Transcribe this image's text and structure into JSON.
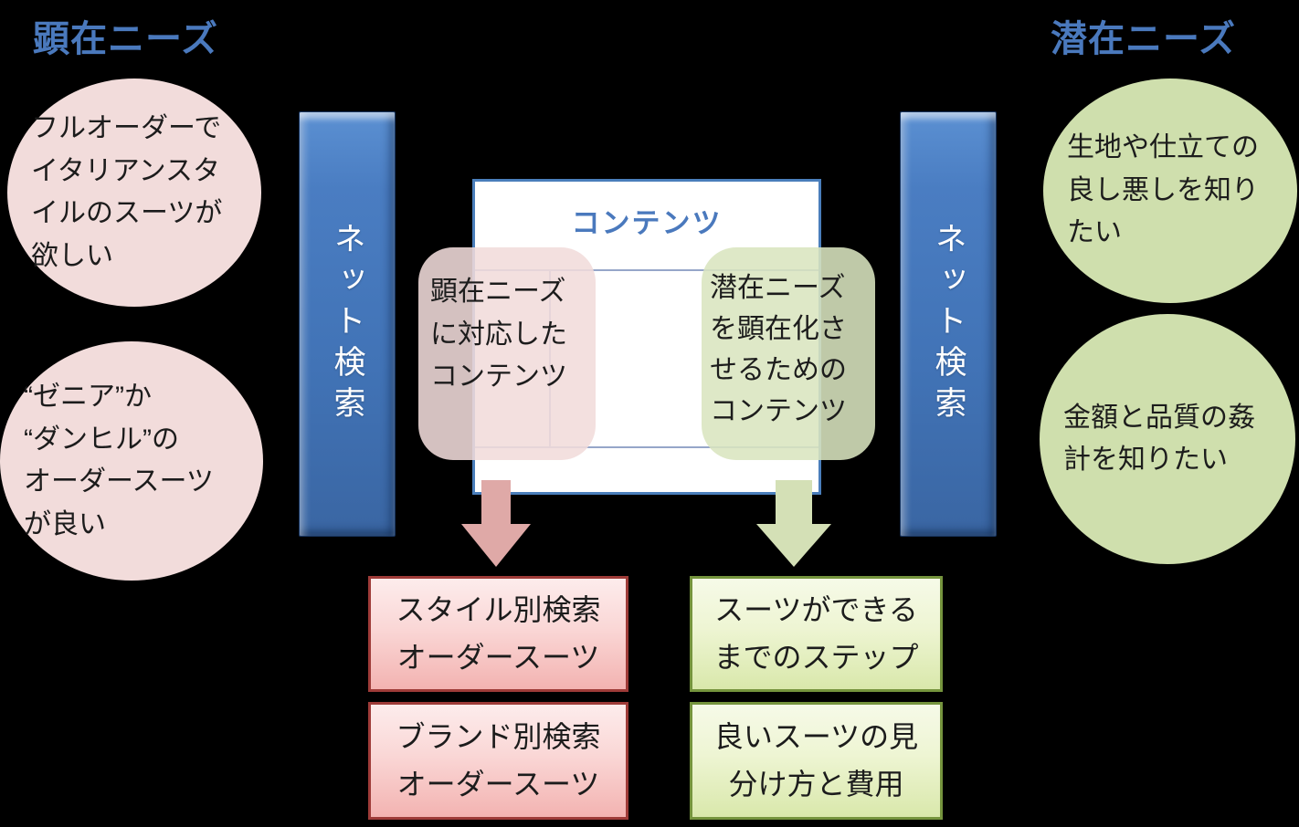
{
  "headings": {
    "left": "顕在ニーズ",
    "right": "潜在ニーズ"
  },
  "left_circles": [
    {
      "text": "フルオーダーで\nイタリアンスタ\nイルのスーツが\n欲しい"
    },
    {
      "text": "“ゼニア”か\n“ダンヒル”の\nオーダースーツ\nが良い"
    }
  ],
  "right_circles": [
    {
      "text": "生地や仕立ての\n良し悪しを知り\nたい"
    },
    {
      "text": "金額と品質の姦\n計を知りたい"
    }
  ],
  "search_bars": {
    "label": "ネット検索"
  },
  "content_box": {
    "title": "コンテンツ"
  },
  "overlays": {
    "pink": "顕在ニーズ\nに対応した\nコンテンツ",
    "green": "潜在ニーズ\nを顕在化さ\nせるための\nコンテンツ"
  },
  "result_boxes": {
    "red": [
      "スタイル別検索\nオーダースーツ",
      "ブランド別検索\nオーダースーツ"
    ],
    "green": [
      "スーツができる\nまでのステップ",
      "良いスーツの見\n分け方と費用"
    ]
  },
  "colors": {
    "heading_blue": "#4a79bd",
    "box_border_blue": "#4a7ebb",
    "grid_line": "#96a6c9",
    "circle_pink": "#f2dcdb",
    "circle_green": "#cfdfad",
    "blob_pink": "#f1dcdb",
    "blob_green": "#dae5bf",
    "arrow_pink": "#dfa9a7",
    "arrow_green": "#d4e0b6",
    "result_red_border": "#9e3b38",
    "result_green_border": "#75943d",
    "bar_blue": "#4173b6",
    "background": "#000000"
  }
}
